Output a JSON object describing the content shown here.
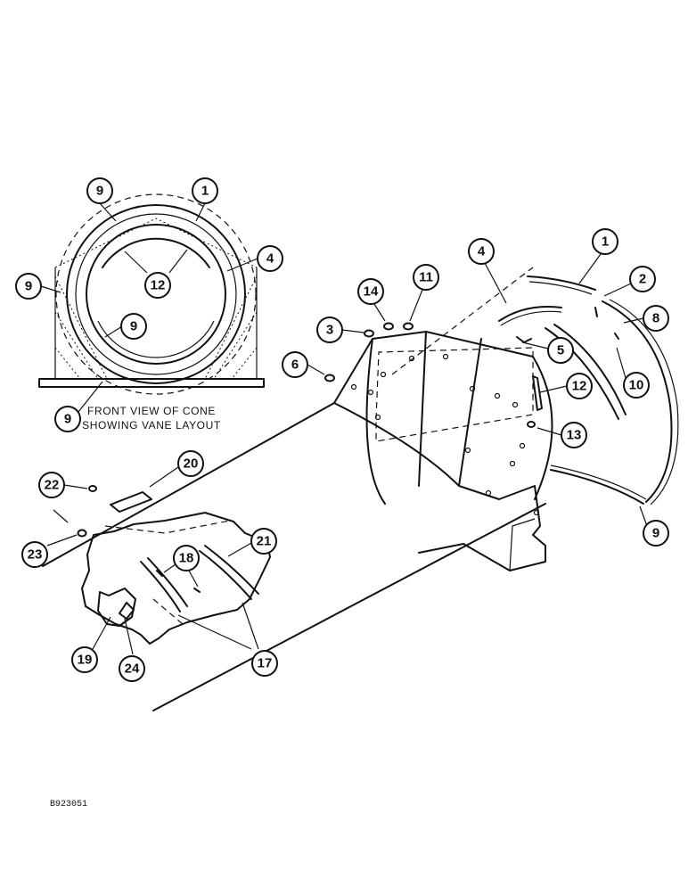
{
  "callouts": [
    {
      "id": "c9-top",
      "label": "9"
    },
    {
      "id": "c1-top",
      "label": "1"
    },
    {
      "id": "c4-top",
      "label": "4"
    },
    {
      "id": "c9-left",
      "label": "9"
    },
    {
      "id": "c12-inset",
      "label": "12"
    },
    {
      "id": "c9-inner",
      "label": "9"
    },
    {
      "id": "c9-bottom",
      "label": "9"
    },
    {
      "id": "c4-main",
      "label": "4"
    },
    {
      "id": "c1-main",
      "label": "1"
    },
    {
      "id": "c2",
      "label": "2"
    },
    {
      "id": "c14",
      "label": "14"
    },
    {
      "id": "c11",
      "label": "11"
    },
    {
      "id": "c3",
      "label": "3"
    },
    {
      "id": "c8",
      "label": "8"
    },
    {
      "id": "c5",
      "label": "5"
    },
    {
      "id": "c6",
      "label": "6"
    },
    {
      "id": "c10",
      "label": "10"
    },
    {
      "id": "c12-main",
      "label": "12"
    },
    {
      "id": "c13",
      "label": "13"
    },
    {
      "id": "c9-main",
      "label": "9"
    },
    {
      "id": "c20",
      "label": "20"
    },
    {
      "id": "c22",
      "label": "22"
    },
    {
      "id": "c23",
      "label": "23"
    },
    {
      "id": "c21",
      "label": "21"
    },
    {
      "id": "c18",
      "label": "18"
    },
    {
      "id": "c19",
      "label": "19"
    },
    {
      "id": "c24",
      "label": "24"
    },
    {
      "id": "c17",
      "label": "17"
    }
  ],
  "inset": {
    "caption_line1": "FRONT VIEW OF CONE",
    "caption_line2": "SHOWING VANE LAYOUT"
  },
  "figure_ref": "B923051"
}
